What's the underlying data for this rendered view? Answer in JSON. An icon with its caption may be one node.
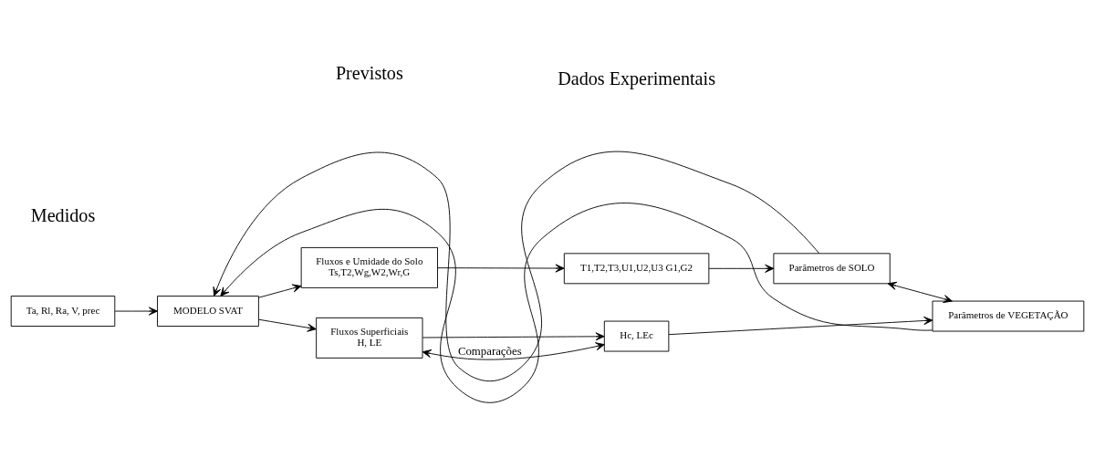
{
  "diagram": {
    "nodes": [
      {
        "text": [
          "Ta, Rl, Ra, V, prec"
        ]
      },
      {
        "text": [
          "MODELO SVAT"
        ]
      },
      {
        "text": [
          "Fluxos e Umidade do Solo",
          "Ts,T2,Wg,W2,Wr,G"
        ]
      },
      {
        "text": [
          "Fluxos Superficiais",
          "H, LE"
        ]
      },
      {
        "text": [
          "T1,T2,T3,U1,U2,U3 G1,G2"
        ]
      },
      {
        "text": [
          "Hc, LEc"
        ]
      },
      {
        "text": [
          "Parâmetros de SOLO"
        ]
      },
      {
        "text": [
          "Parâmetros de VEGETAÇÃO"
        ]
      }
    ],
    "edges": [
      {
        "from": 0,
        "to": 1,
        "arrow": "to"
      },
      {
        "from": 1,
        "to": 2,
        "arrow": "to"
      },
      {
        "from": 1,
        "to": 3,
        "arrow": "to"
      },
      {
        "from": 2,
        "to": 4,
        "arrow": "to"
      },
      {
        "from": 3,
        "to": 5,
        "arrow": "to"
      },
      {
        "from": 4,
        "to": 6,
        "arrow": "to"
      },
      {
        "from": 5,
        "to": 7,
        "arrow": "to"
      },
      {
        "from": 6,
        "to": 7,
        "arrow": "both"
      },
      {
        "from": 3,
        "to": 5,
        "arrow": "both",
        "label": "Comparações"
      },
      {
        "from": 6,
        "to": 1,
        "arrow": "to"
      },
      {
        "from": 7,
        "to": 1,
        "arrow": "to"
      }
    ],
    "labels": [
      "Medidos",
      "Previstos",
      "Dados Experimentais"
    ]
  }
}
